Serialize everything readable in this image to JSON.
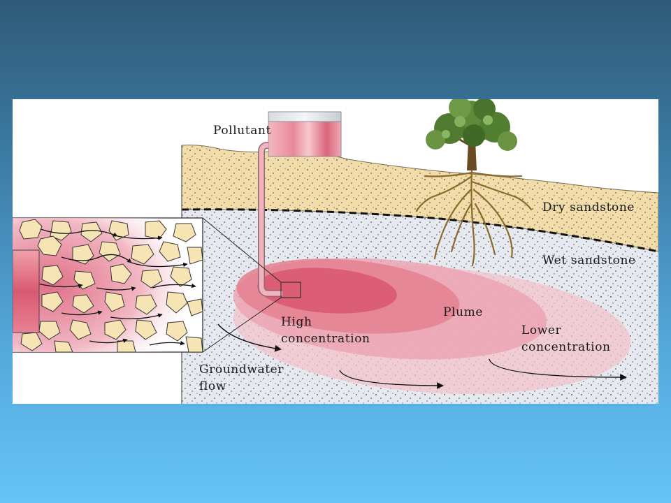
{
  "labels": {
    "pollutant": "Pollutant",
    "dry_sandstone": "Dry sandstone",
    "wet_sandstone": "Wet sandstone",
    "plume": "Plume",
    "high_concentration": [
      "High",
      "concentration"
    ],
    "lower_concentration": [
      "Lower",
      "concentration"
    ],
    "groundwater_flow": [
      "Groundwater",
      "flow"
    ]
  },
  "colors": {
    "background_top": "#2f5a78",
    "background_bottom": "#66c3f8",
    "dry_sandstone": "#f2dcaa",
    "wet_sandstone": "#e6eaf0",
    "plume": "#d94a68",
    "pollutant_tank": "#e88a98",
    "sand_grain": "#f7e4b4",
    "tree_foliage": "#5e8a3a",
    "tree_roots": "#8a6a2a"
  }
}
